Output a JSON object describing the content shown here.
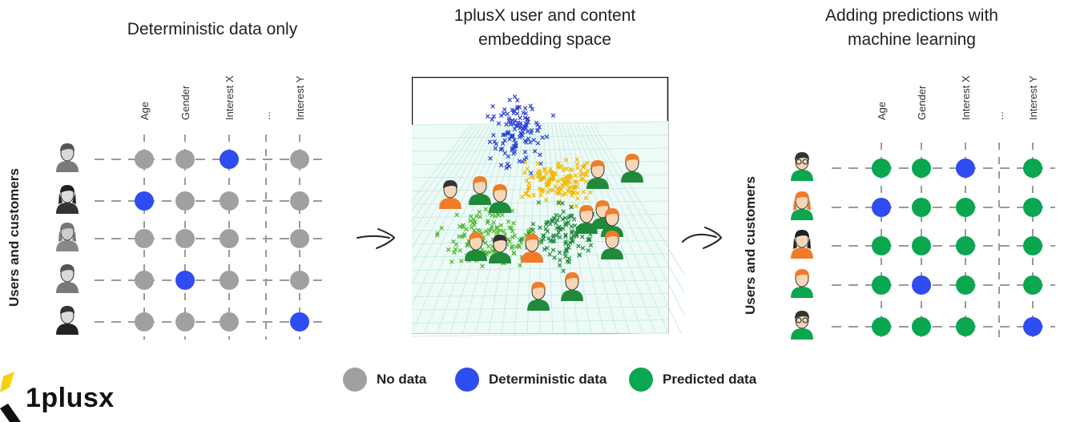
{
  "titles": {
    "left": "Deterministic data only",
    "center_line1": "1plusX user and content",
    "center_line2": "embedding space",
    "right_line1": "Adding predictions with",
    "right_line2": "machine learning"
  },
  "columns": [
    "Age",
    "Gender",
    "Interest X",
    "...",
    "Interest Y"
  ],
  "row_axis_label": "Users and customers",
  "legend": [
    {
      "label": "No data",
      "color": "#a0a0a0"
    },
    {
      "label": "Deterministic data",
      "color": "#2f4cf0"
    },
    {
      "label": "Predicted data",
      "color": "#0aa650"
    }
  ],
  "left_grid": [
    [
      "none",
      "none",
      "det",
      "none"
    ],
    [
      "det",
      "none",
      "none",
      "none"
    ],
    [
      "none",
      "none",
      "none",
      "none"
    ],
    [
      "none",
      "det",
      "none",
      "none"
    ],
    [
      "none",
      "none",
      "none",
      "det"
    ]
  ],
  "right_grid": [
    [
      "pred",
      "pred",
      "det",
      "pred"
    ],
    [
      "det",
      "pred",
      "pred",
      "pred"
    ],
    [
      "pred",
      "pred",
      "pred",
      "pred"
    ],
    [
      "pred",
      "det",
      "pred",
      "pred"
    ],
    [
      "pred",
      "pred",
      "pred",
      "det"
    ]
  ],
  "scatter_clusters": [
    {
      "name": "blue",
      "color": "#2a3fd6"
    },
    {
      "name": "yellow",
      "color": "#f2b800"
    },
    {
      "name": "green",
      "color": "#4cb82a"
    },
    {
      "name": "dark-green",
      "color": "#1f8a3a"
    }
  ],
  "logo": {
    "text": "1plusx"
  }
}
